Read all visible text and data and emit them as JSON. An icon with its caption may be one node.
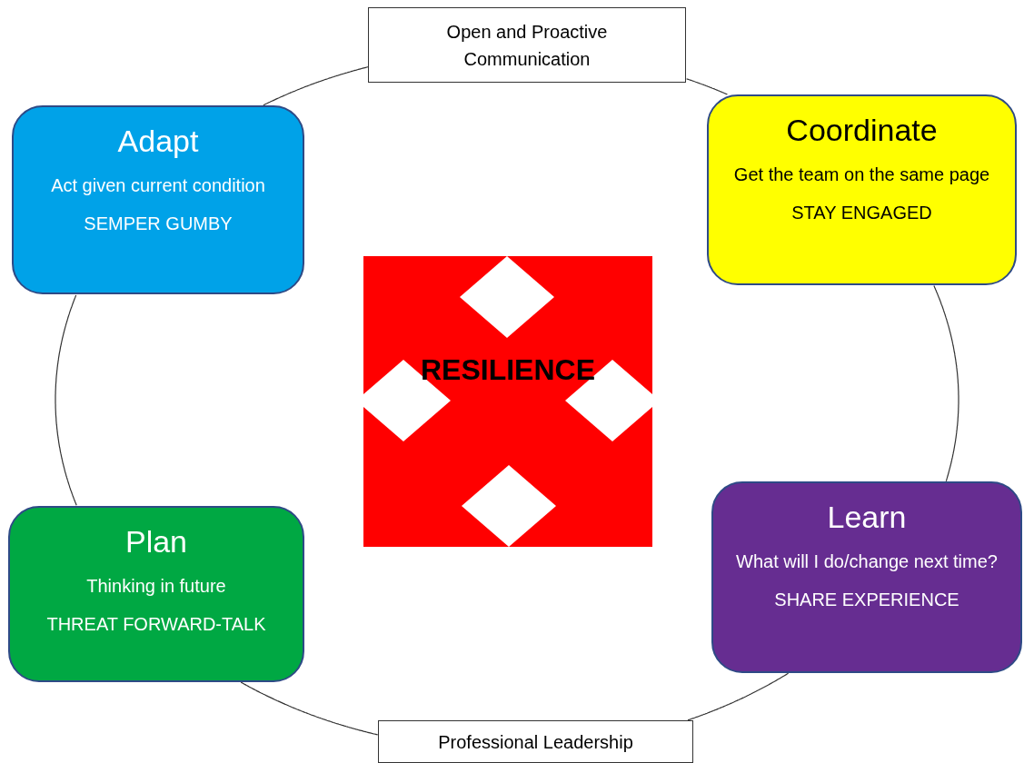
{
  "diagram": {
    "nodes": [
      {
        "text": [
          "Open and Proactive Communication"
        ]
      },
      {
        "text": [
          "Adapt",
          "Act given current condition",
          "SEMPER GUMBY"
        ]
      },
      {
        "text": [
          "Coordinate",
          "Get the team on the same page",
          "STAY ENGAGED"
        ]
      },
      {
        "text": [
          "RESILIENCE"
        ]
      },
      {
        "text": [
          "Plan",
          "Thinking in future",
          "THREAT FORWARD-TALK"
        ]
      },
      {
        "text": [
          "Learn",
          "What will I do/change next time?",
          "SHARE EXPERIENCE"
        ]
      },
      {
        "text": [
          "Professional Leadership"
        ]
      }
    ],
    "edges": [
      {
        "from": 0,
        "to": 2,
        "arrow": "none"
      },
      {
        "from": 2,
        "to": 5,
        "arrow": "none"
      },
      {
        "from": 5,
        "to": 6,
        "arrow": "none"
      },
      {
        "from": 6,
        "to": 4,
        "arrow": "none"
      },
      {
        "from": 4,
        "to": 1,
        "arrow": "none"
      },
      {
        "from": 1,
        "to": 0,
        "arrow": "none"
      }
    ]
  }
}
